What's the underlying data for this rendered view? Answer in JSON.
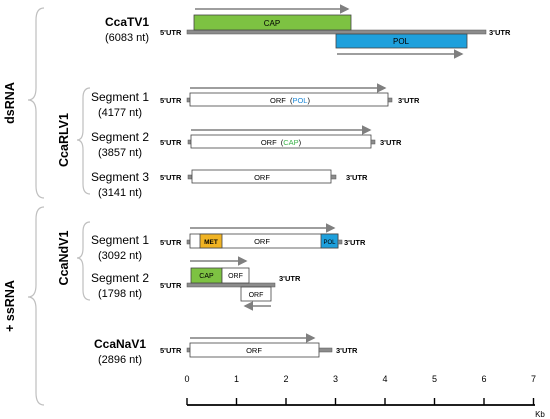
{
  "groups": {
    "dsrna": "dsRNA",
    "ssrna": "+ ssRNA"
  },
  "subgroups": {
    "ccarlv1": "CcaRLV1",
    "ccandv1": "CcaNdV1"
  },
  "viruses": {
    "ccatv1": {
      "name": "CcaTV1",
      "length": "(6083 nt)"
    },
    "ccanav1": {
      "name": "CcaNaV1",
      "length": "(2896 nt)"
    }
  },
  "segments": {
    "rlv_seg1": {
      "name": "Segment 1",
      "length": "(4177 nt)"
    },
    "rlv_seg2": {
      "name": "Segment 2",
      "length": "(3857 nt)"
    },
    "rlv_seg3": {
      "name": "Segment 3",
      "length": "(3141 nt)"
    },
    "ndv_seg1": {
      "name": "Segment 1",
      "length": "(3092 nt)"
    },
    "ndv_seg2": {
      "name": "Segment 2",
      "length": "(1798 nt)"
    }
  },
  "utr": {
    "five": "5'UTR",
    "three": "3'UTR"
  },
  "orf_labels": {
    "cap": "CAP",
    "pol": "POL",
    "orf": "ORF",
    "orf_pol_prefix": "ORF",
    "orf_pol_paren_open": "(",
    "orf_pol_name": "POL",
    "orf_pol_paren_close": ")",
    "met": "MET"
  },
  "colors": {
    "cap_green": "#7dc242",
    "pol_blue": "#1ea0dc",
    "met_orange": "#f0b323",
    "arrow_grey": "#7f7f7f",
    "utr_grey": "#8c8c8c",
    "label_blue": "#1e88d6",
    "label_green": "#3cb34a"
  },
  "axis": {
    "ticks": [
      "0",
      "1",
      "2",
      "3",
      "4",
      "5",
      "6",
      "7"
    ],
    "unit": "Kb"
  }
}
